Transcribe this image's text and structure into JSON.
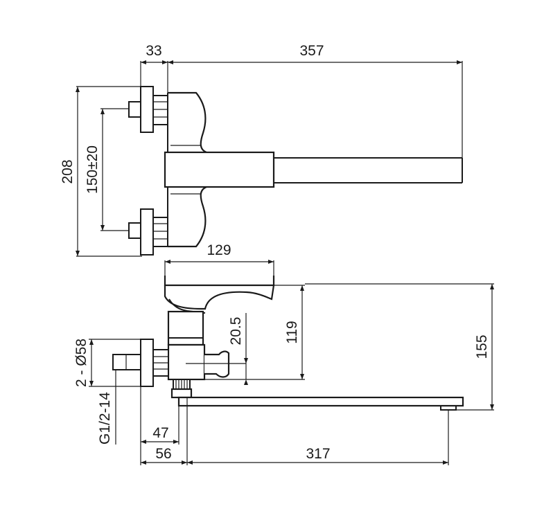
{
  "dimensions": {
    "wall_offset": "33",
    "top_spout_length": "357",
    "overall_height": "208",
    "inlet_spacing": "150±20",
    "body_width": "129",
    "handle_height": "119",
    "outlet_offset": "20.5",
    "spout_height": "155",
    "escutcheon": "2 - Ø58",
    "thread": "G1/2-14",
    "depth_47": "47",
    "depth_56": "56",
    "spout_reach": "317"
  }
}
